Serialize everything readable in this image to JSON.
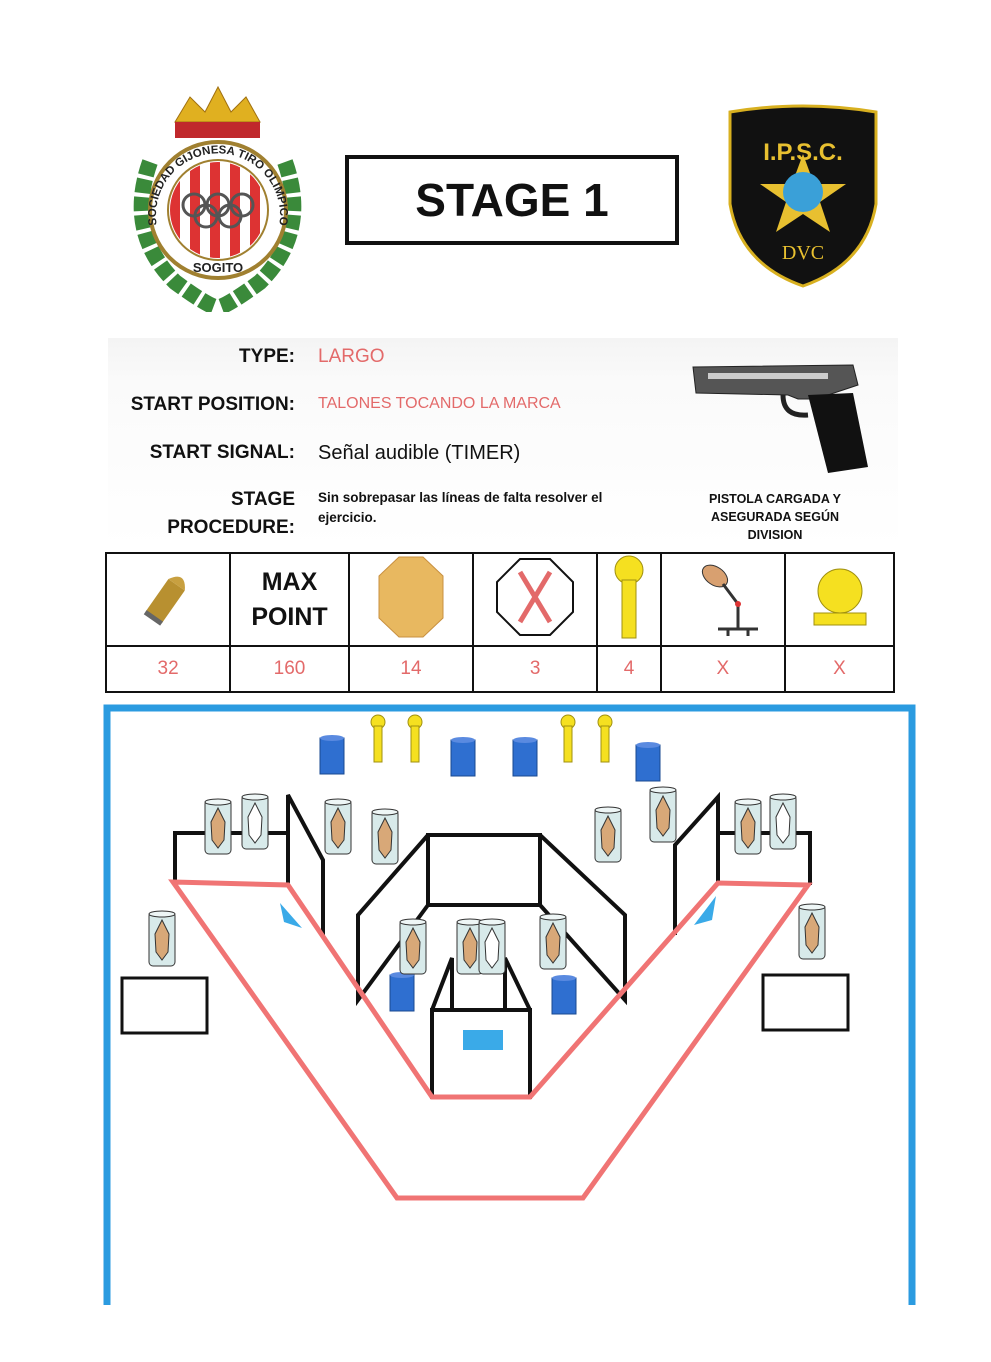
{
  "header": {
    "title": "STAGE 1",
    "club_logo_text": "SOCIEDAD GIJONESA TIRO OLIMPICO",
    "club_logo_name": "SOGITO",
    "ipsc_logo_text": "I.P.S.C.",
    "ipsc_logo_motto": "DVC"
  },
  "info": {
    "type_label": "TYPE:",
    "type_value": "LARGO",
    "start_position_label": "START POSITION:",
    "start_position_value": "TALONES TOCANDO LA MARCA",
    "start_signal_label": "START SIGNAL:",
    "start_signal_value": "Señal audible (TIMER)",
    "procedure_label_1": "STAGE",
    "procedure_label_2": "PROCEDURE:",
    "procedure_value": "Sin sobrepasar las líneas de falta resolver el ejercicio.",
    "gun_caption": "PISTOLA CARGADA Y ASEGURADA SEGÚN DIVISION"
  },
  "counts": {
    "max_point_1": "MAX",
    "max_point_2": "POINT",
    "columns": [
      {
        "icon": "bullet-icon",
        "value": "32"
      },
      {
        "icon": "max-point",
        "value": "160"
      },
      {
        "icon": "paper-target-icon",
        "value": "14"
      },
      {
        "icon": "no-shoot-icon",
        "value": "3"
      },
      {
        "icon": "popper-icon",
        "value": "4"
      },
      {
        "icon": "swinger-target-icon",
        "value": "X"
      },
      {
        "icon": "plate-icon",
        "value": "X"
      }
    ]
  },
  "colors": {
    "fault_line": "#f07474",
    "border": "#2b9be0",
    "barrel": "#2f6fd0",
    "popper": "#f5e020",
    "values": "#e36a6a"
  }
}
